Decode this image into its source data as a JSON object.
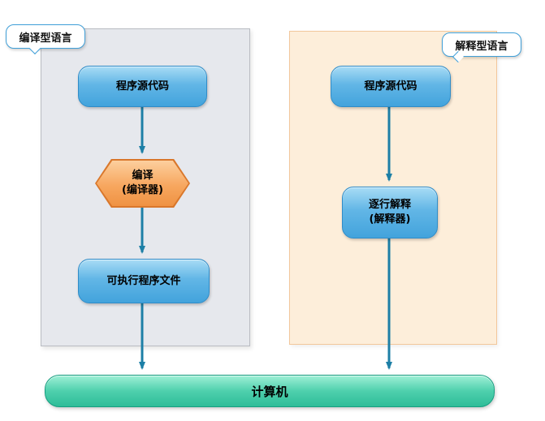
{
  "diagram": {
    "left_panel": {
      "label": "编译型语言",
      "nodes": [
        {
          "id": "source-left",
          "label": "程序源代码",
          "shape": "rounded-rect",
          "color": "blue"
        },
        {
          "id": "compile",
          "label": "编译",
          "sublabel": "(编译器)",
          "shape": "hexagon",
          "color": "orange"
        },
        {
          "id": "executable",
          "label": "可执行程序文件",
          "shape": "rounded-rect",
          "color": "blue"
        }
      ]
    },
    "right_panel": {
      "label": "解释型语言",
      "nodes": [
        {
          "id": "source-right",
          "label": "程序源代码",
          "shape": "rounded-rect",
          "color": "blue"
        },
        {
          "id": "interpret",
          "label": "逐行解释",
          "sublabel": "(解释器)",
          "shape": "rounded-rect",
          "color": "blue"
        }
      ]
    },
    "computer": {
      "label": "计算机"
    },
    "edges": [
      {
        "from": "source-left",
        "to": "compile"
      },
      {
        "from": "compile",
        "to": "executable"
      },
      {
        "from": "executable",
        "to": "computer"
      },
      {
        "from": "source-right",
        "to": "interpret"
      },
      {
        "from": "interpret",
        "to": "computer"
      }
    ]
  },
  "colors": {
    "panel_left_bg": "#e6e8ed",
    "panel_left_border": "#b9bcc2",
    "panel_right_bg": "#fdeeda",
    "panel_right_border": "#f2c79b",
    "node_blue": "#55b0e4",
    "node_blue_border": "#2f8cc8",
    "node_orange": "#f7a75f",
    "node_orange_border": "#d9772b",
    "computer_teal": "#3cc6a5",
    "computer_border": "#159f80",
    "arrow": "#1d7fa6",
    "callout_border": "#3f9fd8",
    "text": "#000000"
  }
}
